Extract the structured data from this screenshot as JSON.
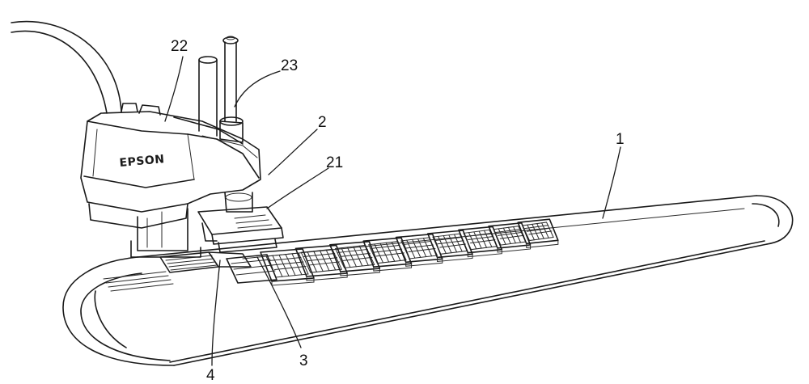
{
  "diagram": {
    "brand_label": "EPSON",
    "callouts": [
      {
        "id": "1",
        "text": "1"
      },
      {
        "id": "2",
        "text": "2"
      },
      {
        "id": "3",
        "text": "3"
      },
      {
        "id": "4",
        "text": "4"
      },
      {
        "id": "21",
        "text": "21"
      },
      {
        "id": "22",
        "text": "22"
      },
      {
        "id": "23",
        "text": "23"
      }
    ],
    "tray_count": 9
  }
}
